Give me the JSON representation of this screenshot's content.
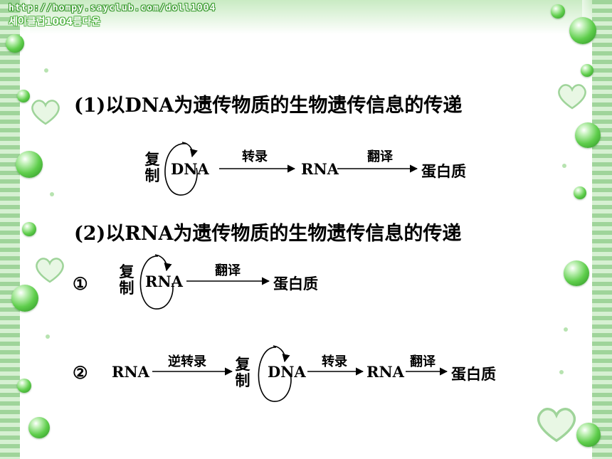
{
  "header": {
    "url": "http://hompy.sayclub.com/doll1004",
    "subtitle": "세이클럽1004름다운"
  },
  "section1": {
    "heading": "(1)以DNA为遗传物质的生物遗传信息的传递",
    "replication_top": "复",
    "replication_bottom": "制",
    "dna": "DNA",
    "transcription": "转录",
    "rna": "RNA",
    "translation": "翻译",
    "protein": "蛋白质"
  },
  "section2": {
    "heading": "(2)以RNA为遗传物质的生物遗传信息的传递",
    "item1": {
      "marker": "①",
      "replication_top": "复",
      "replication_bottom": "制",
      "rna": "RNA",
      "translation": "翻译",
      "protein": "蛋白质"
    },
    "item2": {
      "marker": "②",
      "rna_start": "RNA",
      "reverse_transcription": "逆转录",
      "replication_top": "复",
      "replication_bottom": "制",
      "dna": "DNA",
      "transcription": "转录",
      "rna": "RNA",
      "translation": "翻译",
      "protein": "蛋白质"
    }
  },
  "colors": {
    "accent_green": "#5fce4c",
    "stripe_green": "#9fd49a",
    "text": "#000000"
  }
}
